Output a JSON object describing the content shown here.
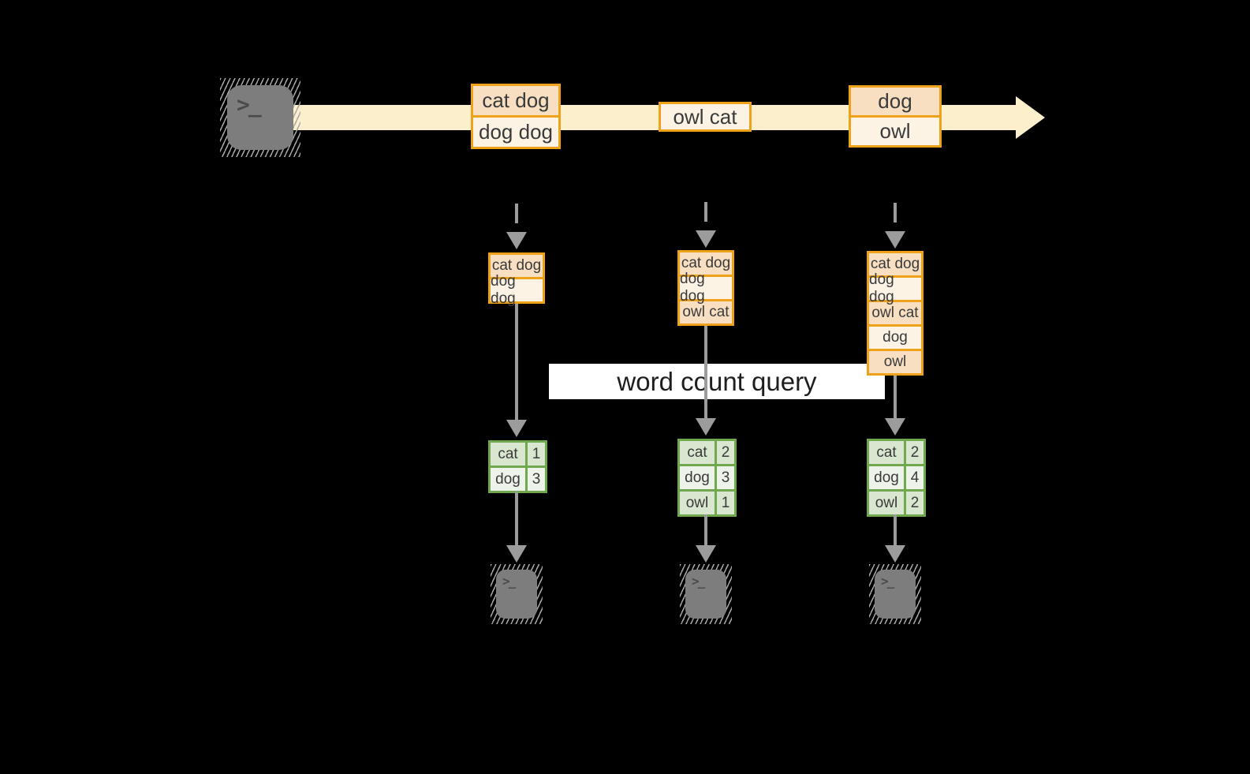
{
  "terminal_glyph": ">_",
  "query_label": "word count query",
  "stream": {
    "events": [
      {
        "lines": [
          "cat dog",
          "dog dog"
        ]
      },
      {
        "lines": [
          "owl cat"
        ]
      },
      {
        "lines": [
          "dog",
          "owl"
        ]
      }
    ]
  },
  "columns": [
    {
      "state_rows": [
        "cat dog",
        "dog dog"
      ],
      "counts": [
        {
          "word": "cat",
          "count": "1"
        },
        {
          "word": "dog",
          "count": "3"
        }
      ]
    },
    {
      "state_rows": [
        "cat dog",
        "dog dog",
        "owl cat"
      ],
      "counts": [
        {
          "word": "cat",
          "count": "2"
        },
        {
          "word": "dog",
          "count": "3"
        },
        {
          "word": "owl",
          "count": "1"
        }
      ]
    },
    {
      "state_rows": [
        "cat dog",
        "dog dog",
        "owl cat",
        "dog",
        "owl"
      ],
      "counts": [
        {
          "word": "cat",
          "count": "2"
        },
        {
          "word": "dog",
          "count": "4"
        },
        {
          "word": "owl",
          "count": "2"
        }
      ]
    }
  ],
  "colors": {
    "background": "#000000",
    "stream_arrow": "#fcf0cc",
    "event_border": "#eda21a",
    "event_fill_peach": "#f8dfc2",
    "event_fill_cream": "#fdf3e4",
    "table_border": "#6fa84e",
    "table_fill_green": "#d9e7d0",
    "table_fill_light": "#eef3ea",
    "arrow_gray": "#9c9c9c",
    "terminal_gray": "#7d7d7d",
    "label_background": "#ffffff",
    "text": "#3a3a3a"
  }
}
